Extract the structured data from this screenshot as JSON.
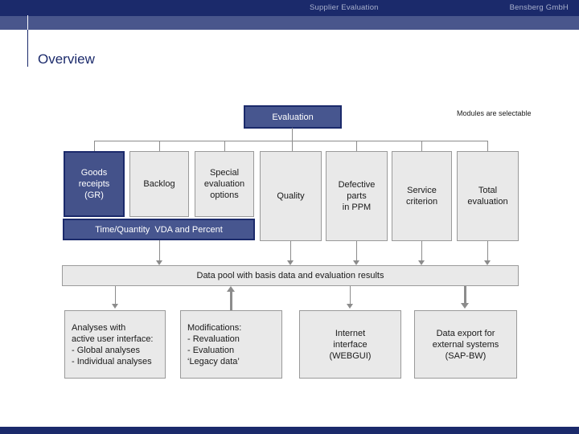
{
  "header": {
    "document_title": "Supplier Evaluation",
    "company": "Bensberg GmbH"
  },
  "slide": {
    "title": "Overview",
    "note": "Modules are selectable"
  },
  "diagram": {
    "root_label": "Evaluation",
    "modules": [
      {
        "label": "Goods\nreceipts\n(GR)"
      },
      {
        "label": "Backlog"
      },
      {
        "label": "Special\nevaluation\noptions"
      },
      {
        "label": "Quality"
      },
      {
        "label": "Defective\nparts\nin PPM"
      },
      {
        "label": "Service\ncriterion"
      },
      {
        "label": "Total\nevaluation"
      }
    ],
    "method_bar_label": "Time/Quantity  VDA and Percent",
    "data_pool_label": "Data pool with basis data and evaluation results",
    "outputs": [
      {
        "label": "Analyses with\nactive user interface:\n- Global analyses\n- Individual analyses"
      },
      {
        "label": "Modifications:\n- Revaluation\n- Evaluation\n ‘Legacy data’"
      },
      {
        "label": "Internet\ninterface\n(WEBGUI)"
      },
      {
        "label": "Data export for\nexternal systems\n(SAP-BW)"
      }
    ],
    "colors": {
      "navy": "#1b2a6b",
      "header_sub_bar": "#49568c",
      "module_blue_fill": "#44528a",
      "bar_fill": "#47568f",
      "box_gray_fill": "#e9e9e9",
      "box_gray_border": "#9a9a9a",
      "arrow_gray": "#8c8c8c",
      "header_text": "#a9b1cd"
    }
  }
}
